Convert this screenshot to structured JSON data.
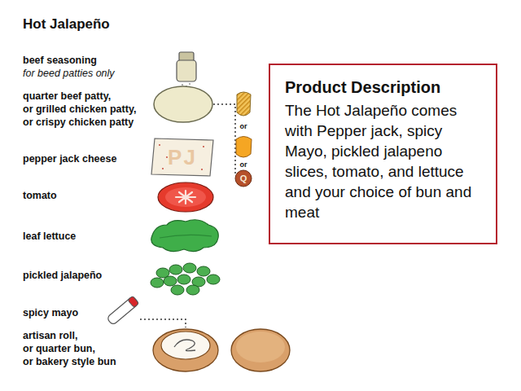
{
  "diagram": {
    "title": "Hot Jalapeño",
    "nodes": [
      {
        "text": [
          "Product Description",
          "The Hot Jalapeño comes with Pepper jack, spicy Mayo, pickled jalapeno slices, tomato, and lettuce and your choice of bun and meat"
        ]
      }
    ],
    "labels": [
      "beef seasoning",
      "for beed patties only",
      "quarter beef patty,",
      "or grilled chicken patty,",
      "or crispy chicken patty",
      "or",
      "or",
      "Q",
      "pepper jack cheese",
      "PJ",
      "tomato",
      "leaf lettuce",
      "pickled jalapeño",
      "spicy mayo",
      "artisan roll,",
      "or quarter bun,",
      "or bakery style bun"
    ]
  }
}
